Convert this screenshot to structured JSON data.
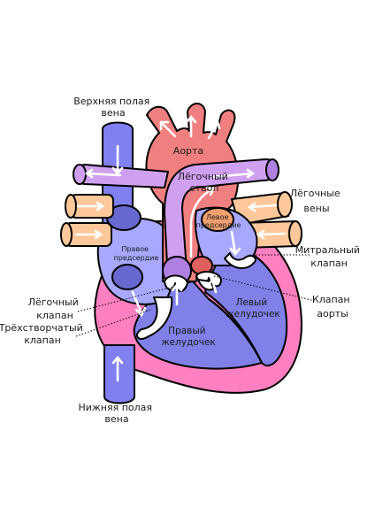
{
  "labels": {
    "superior_vena_cava": [
      "Верхняя полая",
      "вена"
    ],
    "aorta": "Аорта",
    "pulmonary_trunk": [
      "Лёгочный",
      "ствол"
    ],
    "pulmonary_veins": [
      "Лёгочные",
      "вены"
    ],
    "left_atrium": [
      "Левое",
      "предсердие"
    ],
    "right_atrium": [
      "Правое",
      "предсердие"
    ],
    "mitral_valve": [
      "Митральный",
      "клапан"
    ],
    "pulmonary_valve": [
      "Лёгочный",
      "клапан"
    ],
    "aortic_valve": [
      "Клапан",
      "аорты"
    ],
    "tricuspid_valve": [
      "Трёхстворчатый",
      "клапан"
    ],
    "left_ventricle": [
      "Левый",
      "желудочек"
    ],
    "right_ventricle": [
      "Правый",
      "желудочек"
    ],
    "inferior_vena_cava": [
      "Нижняя полая",
      "вена"
    ]
  },
  "colors": {
    "deoxygenated": "#8080f0",
    "oxygenated": "#f08080",
    "pulmonary_artery": "#d0a0f0",
    "pulmonary_vein": "#ffc89a",
    "myocardium": "#ff80c0",
    "valve": "#ffffff"
  }
}
